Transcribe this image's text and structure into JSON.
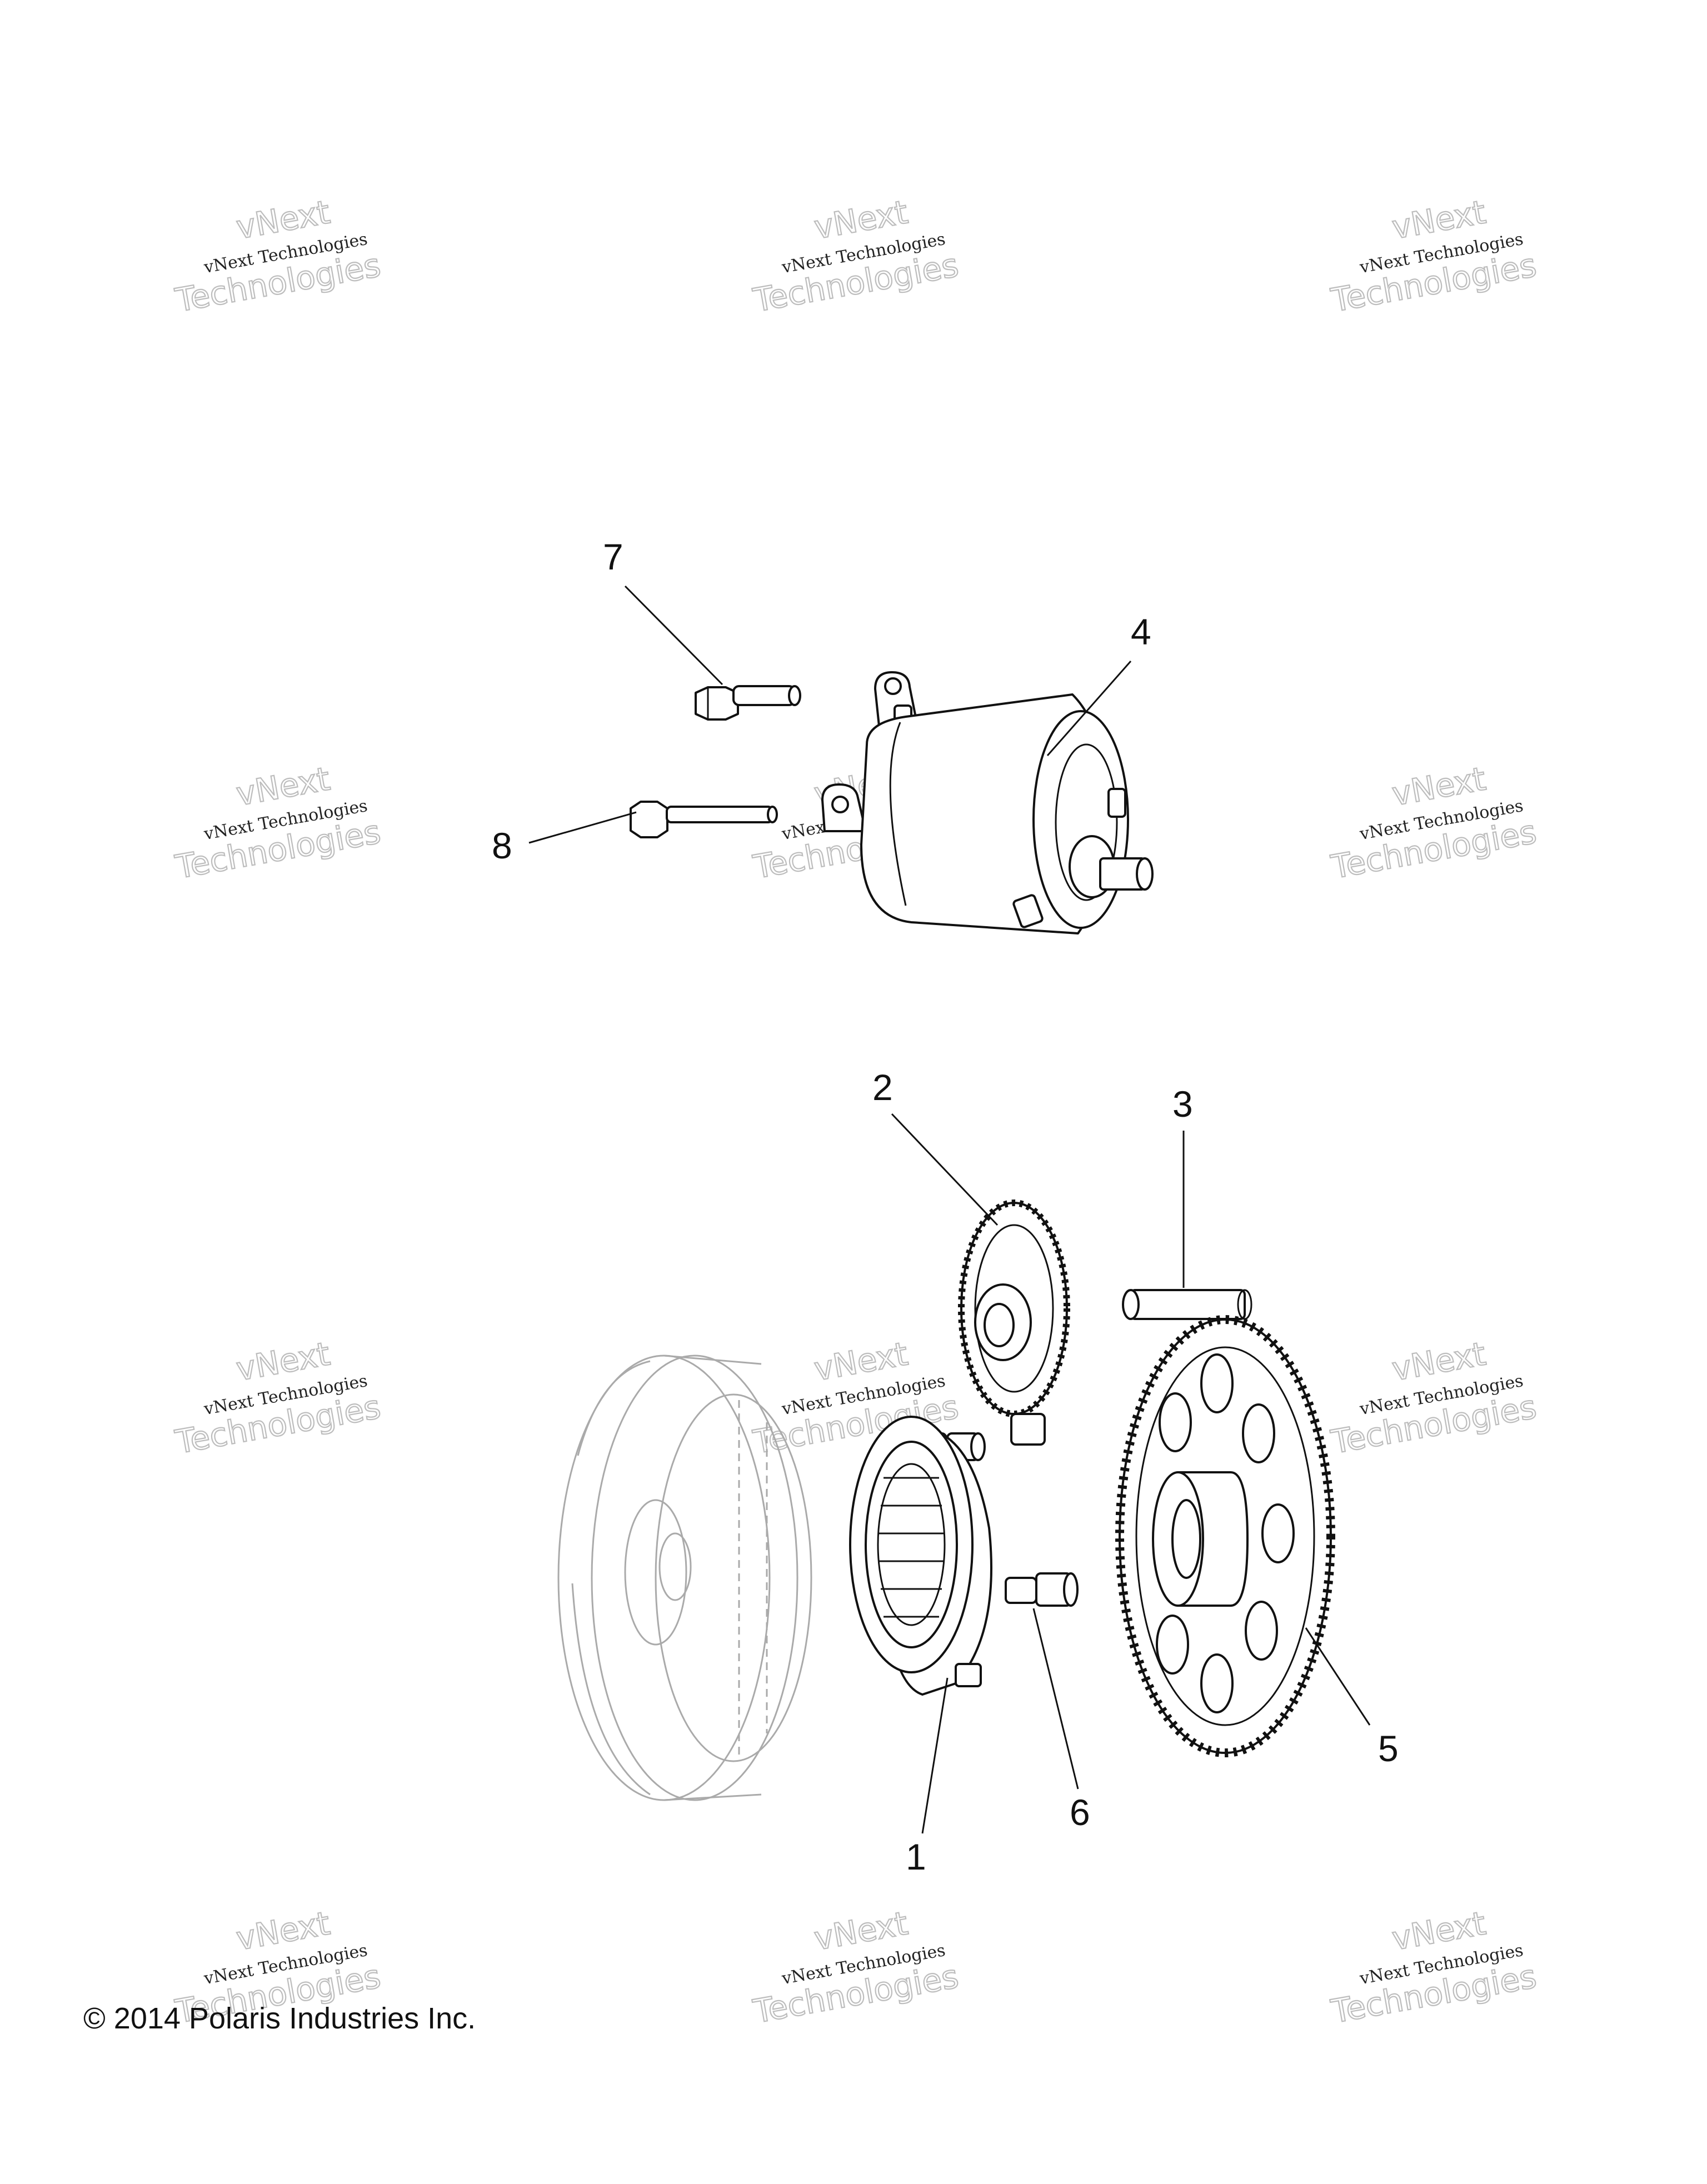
{
  "watermark": {
    "line1": "vNext",
    "line2": "vNext Technologies",
    "line3": "Technologies"
  },
  "callouts": [
    "1",
    "2",
    "3",
    "4",
    "5",
    "6",
    "7",
    "8"
  ],
  "copyright": "© 2014 Polaris Industries Inc."
}
